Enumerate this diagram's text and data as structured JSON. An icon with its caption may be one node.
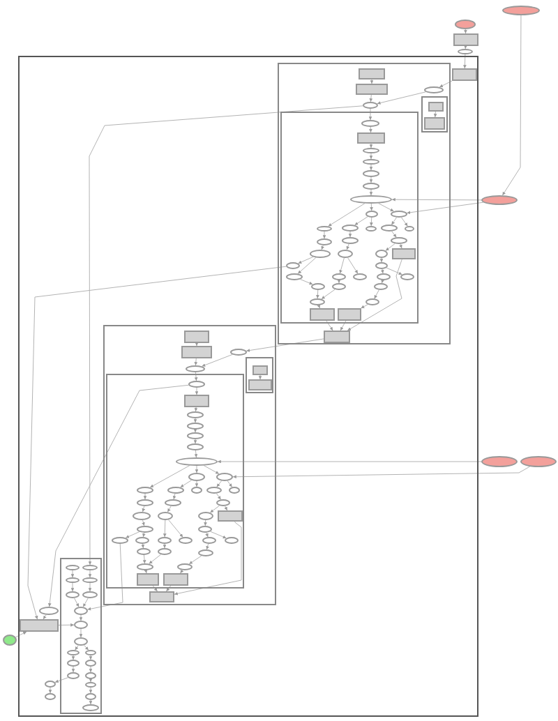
{
  "diagram": {
    "nodes": [
      {
        "text": [],
        "shape": "ellipse"
      },
      {
        "text": [],
        "shape": "ellipse"
      },
      {
        "text": [],
        "shape": "box"
      },
      {
        "text": [],
        "shape": "ellipse"
      },
      {
        "text": [],
        "shape": "box"
      },
      {
        "text": [],
        "shape": "box",
        "in": 4
      },
      {
        "text": [],
        "shape": "box",
        "in": 4
      },
      {
        "text": [],
        "shape": "box",
        "in": 5
      },
      {
        "text": [],
        "shape": "box",
        "in": 5
      },
      {
        "text": [],
        "shape": "ellipse",
        "in": 5
      },
      {
        "text": [],
        "shape": "box",
        "in": 5
      },
      {
        "text": [],
        "shape": "box",
        "in": 10
      },
      {
        "text": [],
        "shape": "box",
        "in": 10
      },
      {
        "text": [],
        "shape": "ellipse",
        "in": 5
      },
      {
        "text": [],
        "shape": "box",
        "in": 5
      },
      {
        "text": [],
        "shape": "ellipse",
        "in": 14
      },
      {
        "text": [],
        "shape": "box",
        "in": 14
      },
      {
        "text": [],
        "shape": "ellipse",
        "in": 14
      },
      {
        "text": [],
        "shape": "ellipse",
        "in": 14
      },
      {
        "text": [],
        "shape": "ellipse",
        "in": 14
      },
      {
        "text": [],
        "shape": "ellipse",
        "in": 14
      },
      {
        "text": [],
        "shape": "ellipse"
      },
      {
        "text": [],
        "shape": "ellipse",
        "in": 14
      },
      {
        "text": [],
        "shape": "ellipse",
        "in": 14
      },
      {
        "text": [],
        "shape": "ellipse",
        "in": 14
      },
      {
        "text": [],
        "shape": "ellipse",
        "in": 14
      },
      {
        "text": [],
        "shape": "ellipse",
        "in": 14
      },
      {
        "text": [],
        "shape": "ellipse",
        "in": 14
      },
      {
        "text": [],
        "shape": "ellipse",
        "in": 14
      },
      {
        "text": [],
        "shape": "ellipse",
        "in": 14
      },
      {
        "text": [],
        "shape": "ellipse",
        "in": 14
      },
      {
        "text": [],
        "shape": "ellipse",
        "in": 14
      },
      {
        "text": [],
        "shape": "ellipse",
        "in": 14
      },
      {
        "text": [],
        "shape": "ellipse",
        "in": 14
      },
      {
        "text": [],
        "shape": "ellipse",
        "in": 14
      },
      {
        "text": [],
        "shape": "ellipse",
        "in": 14
      },
      {
        "text": [],
        "shape": "box",
        "in": 14
      },
      {
        "text": [],
        "shape": "ellipse",
        "in": 14
      },
      {
        "text": [],
        "shape": "ellipse",
        "in": 14
      },
      {
        "text": [],
        "shape": "ellipse",
        "in": 14
      },
      {
        "text": [],
        "shape": "ellipse",
        "in": 14
      },
      {
        "text": [],
        "shape": "ellipse",
        "in": 14
      },
      {
        "text": [],
        "shape": "ellipse",
        "in": 14
      },
      {
        "text": [],
        "shape": "ellipse",
        "in": 14
      },
      {
        "text": [],
        "shape": "ellipse",
        "in": 14
      },
      {
        "text": [],
        "shape": "ellipse",
        "in": 14
      },
      {
        "text": [],
        "shape": "ellipse",
        "in": 14
      },
      {
        "text": [],
        "shape": "ellipse",
        "in": 14
      },
      {
        "text": [],
        "shape": "ellipse",
        "in": 14
      },
      {
        "text": [],
        "shape": "box",
        "in": 14
      },
      {
        "text": [],
        "shape": "box",
        "in": 14
      },
      {
        "text": [],
        "shape": "box",
        "in": 5
      },
      {
        "text": [],
        "shape": "box",
        "in": 4
      },
      {
        "text": [],
        "shape": "box",
        "in": 52
      },
      {
        "text": [],
        "shape": "box",
        "in": 52
      },
      {
        "text": [],
        "shape": "ellipse",
        "in": 52
      },
      {
        "text": [],
        "shape": "box",
        "in": 52
      },
      {
        "text": [],
        "shape": "box",
        "in": 56
      },
      {
        "text": [],
        "shape": "box",
        "in": 56
      },
      {
        "text": [],
        "shape": "ellipse",
        "in": 52
      },
      {
        "text": [],
        "shape": "box",
        "in": 52
      },
      {
        "text": [],
        "shape": "ellipse",
        "in": 60
      },
      {
        "text": [],
        "shape": "box",
        "in": 60
      },
      {
        "text": [],
        "shape": "ellipse",
        "in": 60
      },
      {
        "text": [],
        "shape": "ellipse",
        "in": 60
      },
      {
        "text": [],
        "shape": "ellipse",
        "in": 60
      },
      {
        "text": [],
        "shape": "ellipse",
        "in": 60
      },
      {
        "text": [],
        "shape": "ellipse",
        "in": 60
      },
      {
        "text": [],
        "shape": "ellipse"
      },
      {
        "text": [],
        "shape": "ellipse"
      },
      {
        "text": [],
        "shape": "ellipse",
        "in": 60
      },
      {
        "text": [],
        "shape": "ellipse",
        "in": 60
      },
      {
        "text": [],
        "shape": "ellipse",
        "in": 60
      },
      {
        "text": [],
        "shape": "ellipse",
        "in": 60
      },
      {
        "text": [],
        "shape": "ellipse",
        "in": 60
      },
      {
        "text": [],
        "shape": "ellipse",
        "in": 60
      },
      {
        "text": [],
        "shape": "ellipse",
        "in": 60
      },
      {
        "text": [],
        "shape": "ellipse",
        "in": 60
      },
      {
        "text": [],
        "shape": "ellipse",
        "in": 60
      },
      {
        "text": [],
        "shape": "ellipse",
        "in": 60
      },
      {
        "text": [],
        "shape": "ellipse",
        "in": 60
      },
      {
        "text": [],
        "shape": "ellipse",
        "in": 60
      },
      {
        "text": [],
        "shape": "ellipse",
        "in": 60
      },
      {
        "text": [],
        "shape": "box",
        "in": 60
      },
      {
        "text": [],
        "shape": "ellipse",
        "in": 60
      },
      {
        "text": [],
        "shape": "ellipse",
        "in": 60
      },
      {
        "text": [],
        "shape": "ellipse",
        "in": 60
      },
      {
        "text": [],
        "shape": "ellipse",
        "in": 60
      },
      {
        "text": [],
        "shape": "ellipse",
        "in": 60
      },
      {
        "text": [],
        "shape": "ellipse",
        "in": 60
      },
      {
        "text": [],
        "shape": "ellipse",
        "in": 60
      },
      {
        "text": [],
        "shape": "ellipse",
        "in": 60
      },
      {
        "text": [],
        "shape": "ellipse",
        "in": 60
      },
      {
        "text": [],
        "shape": "ellipse",
        "in": 60
      },
      {
        "text": [],
        "shape": "ellipse",
        "in": 60
      },
      {
        "text": [],
        "shape": "ellipse",
        "in": 60
      },
      {
        "text": [],
        "shape": "ellipse",
        "in": 60
      },
      {
        "text": [],
        "shape": "box",
        "in": 60
      },
      {
        "text": [],
        "shape": "box",
        "in": 60
      },
      {
        "text": [],
        "shape": "box",
        "in": 52
      },
      {
        "text": [],
        "shape": "box",
        "in": 4
      },
      {
        "text": [],
        "shape": "ellipse",
        "in": 100
      },
      {
        "text": [],
        "shape": "ellipse",
        "in": 100
      },
      {
        "text": [],
        "shape": "ellipse",
        "in": 100
      },
      {
        "text": [],
        "shape": "ellipse",
        "in": 100
      },
      {
        "text": [],
        "shape": "ellipse",
        "in": 100
      },
      {
        "text": [],
        "shape": "ellipse",
        "in": 100
      },
      {
        "text": [],
        "shape": "ellipse",
        "in": 100
      },
      {
        "text": [],
        "shape": "ellipse",
        "in": 4
      },
      {
        "text": [],
        "shape": "box",
        "in": 4
      },
      {
        "text": [],
        "shape": "ellipse",
        "in": 100
      },
      {
        "text": [],
        "shape": "ellipse"
      },
      {
        "text": [],
        "shape": "ellipse",
        "in": 100
      },
      {
        "text": [],
        "shape": "ellipse",
        "in": 100
      },
      {
        "text": [],
        "shape": "ellipse",
        "in": 100
      },
      {
        "text": [],
        "shape": "ellipse",
        "in": 100
      },
      {
        "text": [],
        "shape": "ellipse",
        "in": 100
      },
      {
        "text": [],
        "shape": "ellipse",
        "in": 100
      },
      {
        "text": [],
        "shape": "ellipse",
        "in": 100
      },
      {
        "text": [],
        "shape": "ellipse",
        "in": 4
      },
      {
        "text": [],
        "shape": "ellipse",
        "in": 100
      },
      {
        "text": [],
        "shape": "ellipse",
        "in": 4
      },
      {
        "text": [],
        "shape": "ellipse",
        "in": 100
      },
      {
        "text": [],
        "shape": "ellipse",
        "in": 100
      }
    ],
    "edges": [
      {
        "from": 1,
        "to": 2,
        "arrow": "to"
      },
      {
        "from": 2,
        "to": 3,
        "arrow": "to"
      },
      {
        "from": 3,
        "to": 6,
        "arrow": "to"
      },
      {
        "from": 0,
        "to": 21,
        "arrow": "to"
      },
      {
        "from": 6,
        "to": 9,
        "arrow": "to"
      },
      {
        "from": 9,
        "to": 13,
        "arrow": "to"
      },
      {
        "from": 7,
        "to": 8,
        "arrow": "to"
      },
      {
        "from": 8,
        "to": 13,
        "arrow": "to"
      },
      {
        "from": 11,
        "to": 12,
        "arrow": "to"
      },
      {
        "from": 13,
        "to": 15,
        "arrow": "to"
      },
      {
        "from": 15,
        "to": 16,
        "arrow": "to"
      },
      {
        "from": 16,
        "to": 17,
        "arrow": "to"
      },
      {
        "from": 17,
        "to": 18,
        "arrow": "to"
      },
      {
        "from": 18,
        "to": 19,
        "arrow": "to"
      },
      {
        "from": 19,
        "to": 20,
        "arrow": "to"
      },
      {
        "from": 20,
        "to": 22,
        "arrow": "to"
      },
      {
        "from": 21,
        "to": 22,
        "arrow": "to"
      },
      {
        "from": 21,
        "to": 24,
        "arrow": "to"
      },
      {
        "from": 13,
        "to": 102,
        "arrow": "to"
      },
      {
        "from": 22,
        "to": 23,
        "arrow": "to"
      },
      {
        "from": 22,
        "to": 24,
        "arrow": "to"
      },
      {
        "from": 22,
        "to": 25,
        "arrow": "to"
      },
      {
        "from": 23,
        "to": 26,
        "arrow": "to"
      },
      {
        "from": 23,
        "to": 27,
        "arrow": "to"
      },
      {
        "from": 24,
        "to": 28,
        "arrow": "to"
      },
      {
        "from": 24,
        "to": 29,
        "arrow": "to"
      },
      {
        "from": 25,
        "to": 30,
        "arrow": "to"
      },
      {
        "from": 26,
        "to": 31,
        "arrow": "to"
      },
      {
        "from": 28,
        "to": 32,
        "arrow": "to"
      },
      {
        "from": 30,
        "to": 33,
        "arrow": "to"
      },
      {
        "from": 31,
        "to": 34,
        "arrow": "to"
      },
      {
        "from": 32,
        "to": 35,
        "arrow": "to"
      },
      {
        "from": 32,
        "to": 36,
        "arrow": "to"
      },
      {
        "from": 33,
        "to": 37,
        "arrow": "to"
      },
      {
        "from": 33,
        "to": 39,
        "arrow": "to"
      },
      {
        "from": 34,
        "to": 40,
        "arrow": "to"
      },
      {
        "from": 34,
        "to": 41,
        "arrow": "to"
      },
      {
        "from": 35,
        "to": 38,
        "arrow": "to"
      },
      {
        "from": 38,
        "to": 42,
        "arrow": "to"
      },
      {
        "from": 38,
        "to": 43,
        "arrow": "to"
      },
      {
        "from": 39,
        "to": 44,
        "arrow": "to"
      },
      {
        "from": 40,
        "to": 45,
        "arrow": "to"
      },
      {
        "from": 42,
        "to": 46,
        "arrow": "to"
      },
      {
        "from": 44,
        "to": 47,
        "arrow": "to"
      },
      {
        "from": 45,
        "to": 47,
        "arrow": "to"
      },
      {
        "from": 46,
        "to": 48,
        "arrow": "to"
      },
      {
        "from": 47,
        "to": 49,
        "arrow": "to"
      },
      {
        "from": 48,
        "to": 50,
        "arrow": "to"
      },
      {
        "from": 49,
        "to": 51,
        "arrow": "to"
      },
      {
        "from": 50,
        "to": 51,
        "arrow": "to"
      },
      {
        "from": 36,
        "to": 51,
        "arrow": "to"
      },
      {
        "from": 37,
        "to": 109,
        "arrow": "to"
      },
      {
        "from": 51,
        "to": 55,
        "arrow": "to"
      },
      {
        "from": 53,
        "to": 54,
        "arrow": "to"
      },
      {
        "from": 54,
        "to": 59,
        "arrow": "to"
      },
      {
        "from": 55,
        "to": 59,
        "arrow": "to"
      },
      {
        "from": 57,
        "to": 58,
        "arrow": "to"
      },
      {
        "from": 59,
        "to": 61,
        "arrow": "to"
      },
      {
        "from": 61,
        "to": 62,
        "arrow": "to"
      },
      {
        "from": 62,
        "to": 63,
        "arrow": "to"
      },
      {
        "from": 63,
        "to": 64,
        "arrow": "to"
      },
      {
        "from": 64,
        "to": 65,
        "arrow": "to"
      },
      {
        "from": 65,
        "to": 66,
        "arrow": "to"
      },
      {
        "from": 66,
        "to": 67,
        "arrow": "to"
      },
      {
        "from": 68,
        "to": 67,
        "arrow": "to"
      },
      {
        "from": 69,
        "to": 71,
        "arrow": "to"
      },
      {
        "from": 67,
        "to": 70,
        "arrow": "to"
      },
      {
        "from": 67,
        "to": 71,
        "arrow": "to"
      },
      {
        "from": 67,
        "to": 72,
        "arrow": "to"
      },
      {
        "from": 70,
        "to": 73,
        "arrow": "to"
      },
      {
        "from": 70,
        "to": 74,
        "arrow": "to"
      },
      {
        "from": 71,
        "to": 75,
        "arrow": "to"
      },
      {
        "from": 71,
        "to": 76,
        "arrow": "to"
      },
      {
        "from": 72,
        "to": 77,
        "arrow": "to"
      },
      {
        "from": 73,
        "to": 78,
        "arrow": "to"
      },
      {
        "from": 75,
        "to": 79,
        "arrow": "to"
      },
      {
        "from": 77,
        "to": 80,
        "arrow": "to"
      },
      {
        "from": 78,
        "to": 81,
        "arrow": "to"
      },
      {
        "from": 79,
        "to": 82,
        "arrow": "to"
      },
      {
        "from": 79,
        "to": 83,
        "arrow": "to"
      },
      {
        "from": 80,
        "to": 84,
        "arrow": "to"
      },
      {
        "from": 82,
        "to": 85,
        "arrow": "to"
      },
      {
        "from": 84,
        "to": 86,
        "arrow": "to"
      },
      {
        "from": 84,
        "to": 87,
        "arrow": "to"
      },
      {
        "from": 81,
        "to": 88,
        "arrow": "to"
      },
      {
        "from": 81,
        "to": 89,
        "arrow": "to"
      },
      {
        "from": 85,
        "to": 90,
        "arrow": "to"
      },
      {
        "from": 85,
        "to": 91,
        "arrow": "to"
      },
      {
        "from": 87,
        "to": 92,
        "arrow": "to"
      },
      {
        "from": 88,
        "to": 93,
        "arrow": "to"
      },
      {
        "from": 90,
        "to": 94,
        "arrow": "to"
      },
      {
        "from": 92,
        "to": 95,
        "arrow": "to"
      },
      {
        "from": 93,
        "to": 95,
        "arrow": "to"
      },
      {
        "from": 94,
        "to": 96,
        "arrow": "to"
      },
      {
        "from": 95,
        "to": 97,
        "arrow": "to"
      },
      {
        "from": 96,
        "to": 98,
        "arrow": "to"
      },
      {
        "from": 97,
        "to": 99,
        "arrow": "to"
      },
      {
        "from": 98,
        "to": 99,
        "arrow": "to"
      },
      {
        "from": 83,
        "to": 99,
        "arrow": "to"
      },
      {
        "from": 61,
        "to": 108,
        "arrow": "to"
      },
      {
        "from": 86,
        "to": 107,
        "arrow": "to"
      },
      {
        "from": 101,
        "to": 103,
        "arrow": "to"
      },
      {
        "from": 102,
        "to": 104,
        "arrow": "to"
      },
      {
        "from": 103,
        "to": 105,
        "arrow": "to"
      },
      {
        "from": 104,
        "to": 106,
        "arrow": "to"
      },
      {
        "from": 105,
        "to": 107,
        "arrow": "to"
      },
      {
        "from": 106,
        "to": 107,
        "arrow": "to"
      },
      {
        "from": 107,
        "to": 110,
        "arrow": "to"
      },
      {
        "from": 111,
        "to": 109,
        "arrow": "to"
      },
      {
        "from": 109,
        "to": 110,
        "arrow": "to"
      },
      {
        "from": 110,
        "to": 112,
        "arrow": "to"
      },
      {
        "from": 112,
        "to": 113,
        "arrow": "to"
      },
      {
        "from": 112,
        "to": 114,
        "arrow": "to"
      },
      {
        "from": 113,
        "to": 115,
        "arrow": "to"
      },
      {
        "from": 114,
        "to": 116,
        "arrow": "to"
      },
      {
        "from": 115,
        "to": 117,
        "arrow": "to"
      },
      {
        "from": 116,
        "to": 118,
        "arrow": "to"
      },
      {
        "from": 118,
        "to": 120,
        "arrow": "to"
      },
      {
        "from": 120,
        "to": 122,
        "arrow": "to"
      },
      {
        "from": 122,
        "to": 123,
        "arrow": "to"
      },
      {
        "from": 117,
        "to": 119,
        "arrow": "to"
      },
      {
        "from": 119,
        "to": 121,
        "arrow": "to"
      },
      {
        "from": 108,
        "to": 109,
        "arrow": "to"
      }
    ]
  }
}
